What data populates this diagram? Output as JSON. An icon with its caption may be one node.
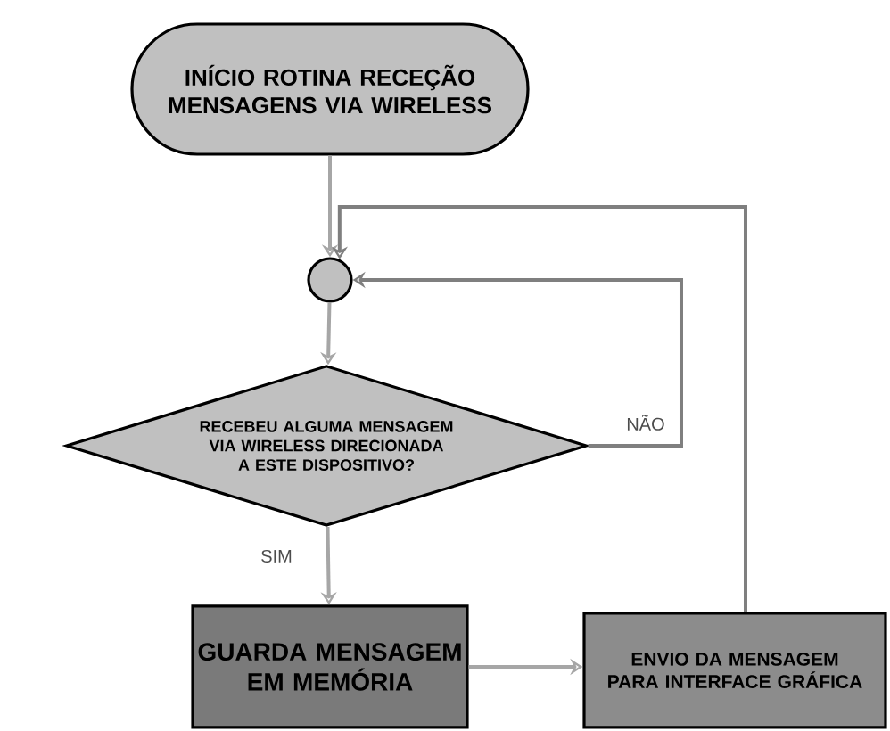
{
  "diagram": {
    "nodes": [
      {
        "text": [
          "INÍCIO ROTINA RECEÇÃO MENSAGENS VIA WIRELESS"
        ]
      },
      {
        "text": [],
        "shape": "circle"
      },
      {
        "text": [
          "RECEBEU ALGUMA MENSAGEM VIA WIRELESS DIRECIONADA A ESTE DISPOSITIVO?"
        ]
      },
      {
        "text": [
          "GUARDA MENSAGEM EM MEMÓRIA"
        ]
      },
      {
        "text": [
          "ENVIO DA MENSAGEM PARA INTERFACE GRÁFICA"
        ]
      }
    ],
    "edges": [
      {
        "from": 0,
        "to": 1,
        "arrow": "to"
      },
      {
        "from": 1,
        "to": 2,
        "arrow": "to"
      },
      {
        "from": 2,
        "to": 1,
        "arrow": "to",
        "label": "NÃO",
        "color": "#7f7f7f"
      },
      {
        "from": 2,
        "to": 3,
        "arrow": "to",
        "label": "SIM"
      },
      {
        "from": 3,
        "to": 4,
        "arrow": "to"
      },
      {
        "from": 4,
        "to": 1,
        "arrow": "to",
        "color": "#7f7f7f"
      }
    ]
  }
}
